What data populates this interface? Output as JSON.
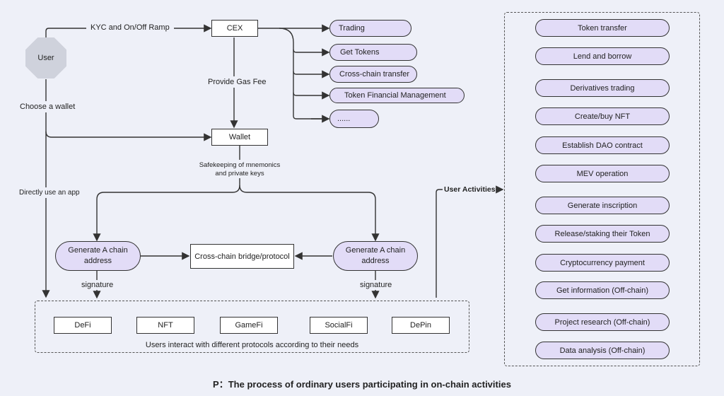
{
  "user": {
    "label": "User"
  },
  "labels": {
    "kyc": "KYC and On/Off Ramp",
    "choose_wallet": "Choose a wallet",
    "provide_gas": "Provide Gas Fee",
    "safekeeping_line1": "Safekeeping of mnemonics",
    "safekeeping_line2": "and private keys",
    "directly_use_app": "Directly use an app",
    "signature_left": "signature",
    "signature_right": "signature",
    "user_activities": "User Activities"
  },
  "nodes": {
    "cex": "CEX",
    "wallet": "Wallet",
    "bridge": "Cross-chain bridge/protocol",
    "gen_left": "Generate A chain address",
    "gen_right": "Generate A chain address"
  },
  "cex_services": [
    "Trading",
    "Get Tokens",
    "Cross-chain transfer",
    "Token Financial Management",
    "......"
  ],
  "protocols": [
    "DeFi",
    "NFT",
    "GameFi",
    "SocialFi",
    "DePin"
  ],
  "protocols_caption": "Users interact with different protocols according to their needs",
  "activities": [
    "Token transfer",
    "Lend and borrow",
    "Derivatives trading",
    "Create/buy NFT",
    "Establish DAO contract",
    "MEV operation",
    "Generate inscription",
    "Release/staking their Token",
    "Cryptocurrency payment",
    "Get information (Off-chain)",
    "Project research (Off-chain)",
    "Data analysis (Off-chain)"
  ],
  "caption": "P：The process of ordinary users participating in on-chain activities",
  "colors": {
    "pill_fill": "#e2dcf7",
    "background": "#eef0f8",
    "stroke": "#333333"
  }
}
